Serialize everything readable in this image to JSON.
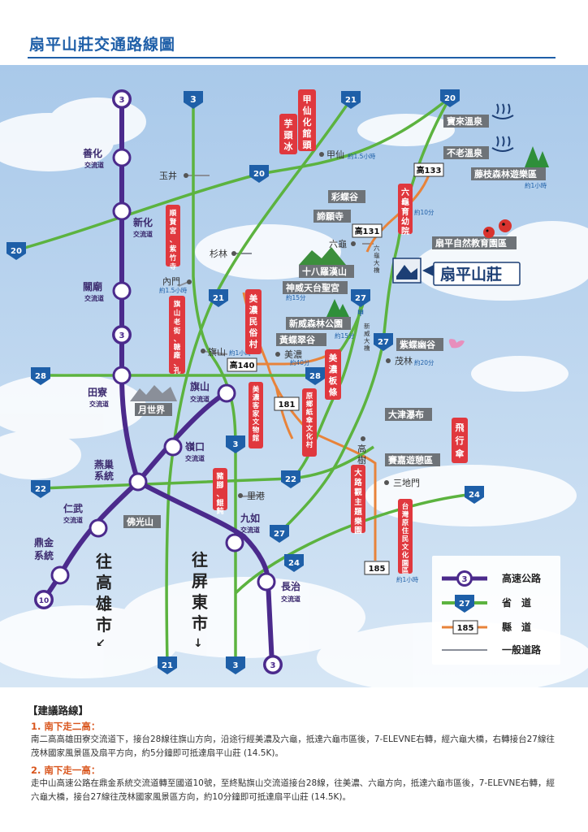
{
  "title": "扇平山莊交通路線圖",
  "colors": {
    "freeway": "#4b2a8c",
    "provincial": "#5cb33f",
    "county": "#e8833a",
    "general": "#8a8f99",
    "sky": "#bcd6ef",
    "cloud": "#ffffff",
    "tag_red": "#e0383e",
    "title_blue": "#1f5fa8",
    "place_navy": "#1d3f75",
    "place_box": "#6e7378",
    "highlight_box": "#1d3f75",
    "station_text": "#3b2a6e"
  },
  "route_shields": {
    "freeway_top": "3",
    "freeway_mid": "3",
    "freeway_bottom_a": "3",
    "freeway_bottom_b": "3",
    "freeway_10": "10",
    "prov_3_top": "3",
    "prov_3_mid": "3",
    "prov_3_bottom": "3",
    "prov_20_left": "20",
    "prov_20_mid": "20",
    "prov_20_top": "20",
    "prov_21_top": "21",
    "prov_21_mid": "21",
    "prov_21_bottom": "21",
    "prov_22_left": "22",
    "prov_22_mid": "22",
    "prov_24_right": "24",
    "prov_24_mid": "24",
    "prov_27_a": "27",
    "prov_27_b": "27",
    "prov_27_c": "27",
    "prov_28_left": "28",
    "prov_28_mid": "28",
    "prov_27_sub": "甲",
    "county_133": "高133",
    "county_131": "高131",
    "county_140": "高140",
    "county_181": "181",
    "county_185": "185"
  },
  "interchanges": [
    {
      "name": "善化",
      "sub": "交流道"
    },
    {
      "name": "新化",
      "sub": "交流道"
    },
    {
      "name": "關廟",
      "sub": "交流道"
    },
    {
      "name": "田寮",
      "sub": "交流道"
    },
    {
      "name": "旗山",
      "sub": "交流道"
    },
    {
      "name": "嶺口",
      "sub": "交流道"
    },
    {
      "name": "燕巢",
      "sub": "系統"
    },
    {
      "name": "仁武",
      "sub": "交流道"
    },
    {
      "name": "鼎金",
      "sub": "系統"
    },
    {
      "name": "九如",
      "sub": "交流道"
    },
    {
      "name": "長治",
      "sub": "交流道"
    }
  ],
  "towns": {
    "yujing": "玉井",
    "jiaxian": "甲仙",
    "jiaxian_time": "約1.5小時",
    "shanlin": "杉林",
    "neimen": "內門",
    "neimen_time": "約1.5小時",
    "qishan": "旗山",
    "qishan_time": "約1小時",
    "meinong": "美濃",
    "meinong_time": "約40分",
    "liugui": "六龜",
    "liugui_time": "約10分",
    "shenwei_time": "約15分",
    "xinwei_time": "約15分",
    "maolin": "茂林",
    "maolin_time": "約20分",
    "ligang": "里港",
    "gaoshu": "高樹",
    "sandimen": "三地門",
    "rukai_time": "約1小時"
  },
  "attractions": {
    "baolai": "寶來溫泉",
    "bulao": "不老溫泉",
    "tengzhi": "藤枝森林遊樂區",
    "tengzhi_time": "約1小時",
    "caidie": "彩蝶谷",
    "zhuyuan": "諦願寺",
    "shanping_nature": "扇平自然教育園區",
    "shanping": "扇平山莊",
    "shibaluohan": "十八羅漢山",
    "shenwei": "神威天台聖宮",
    "xinwei": "新威森林公園",
    "huangdie": "黃蝶翠谷",
    "zidie": "紫蝶幽谷",
    "yuedashi": "月世界",
    "foguangshan": "佛光山",
    "dajin": "大津瀑布",
    "saijia": "賽嘉遊憩區",
    "liugui_bridge": "六龜大橋",
    "xinwei_bridge": "新威大橋"
  },
  "tags": {
    "jiaxian_museum": "甲仙化館頭",
    "taro_ice": "芋頭冰",
    "liugui_kindergarten": "六龜育幼院",
    "shunxian_temple": "順賢宮、紫竹寺",
    "qishan_oldstreet": "旗山老街、糖廠、孔廟",
    "meinong_folk": "美濃民俗村",
    "meinong_hakka": "美濃客家文物館",
    "meinong_noodle": "美濃板條",
    "paper_umbrella": "原鄉紙傘文化村",
    "pork_knuckle": "豬腳、餛飩",
    "dalu_park": "大路觀主題樂園",
    "flying_umbrella": "飛行傘",
    "rukai_park": "台灣原住民文化園區"
  },
  "direction_labels": {
    "kaohsiung": "往高雄市",
    "pingtung": "往屏東市"
  },
  "legend": {
    "freeway_label": "高速公路",
    "provincial_label": "省　道",
    "county_label": "縣　道",
    "general_label": "一般道路",
    "freeway_shield": "3",
    "provincial_shield": "27",
    "county_shield": "185"
  },
  "guide": {
    "heading": "【建議路線】",
    "route1_title": "1. 南下走二高：",
    "route1_text": "南二高高雄田寮交流道下，接台28線往旗山方向，沿途行經美濃及六龜，抵達六龜市區後，7-ELEVNE右轉，經六龜大橋，右轉接台27線往茂林國家風景區及扇平方向，約5分鐘即可抵達扇平山莊 (14.5K)。",
    "route2_title": "2. 南下走一高：",
    "route2_text": "走中山高速公路在鼎金系統交流道轉至國道10號，至終點旗山交流道接台28線，往美濃、六龜方向，抵達六龜市區後，7-ELEVNE右轉，經六龜大橋，接台27線往茂林國家風景區方向，約10分鐘即可抵達扇平山莊 (14.5K)。"
  }
}
